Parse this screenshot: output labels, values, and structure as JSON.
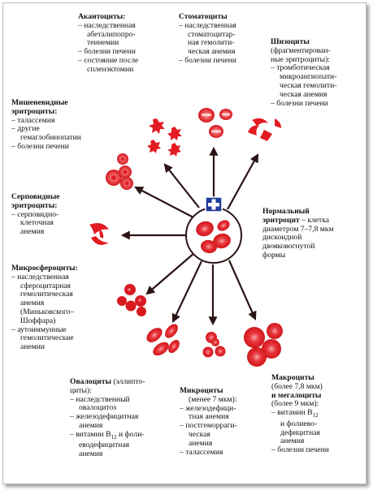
{
  "colors": {
    "cell": "#e21c22",
    "cell_light": "#f48a8c",
    "arrow": "#2b1414",
    "accent": "#1d3b9a"
  },
  "center_icon": "white-cross-on-blue-icon",
  "blocks": {
    "acanth": {
      "title": "Акантоциты:",
      "items": [
        "наследственная абеталипопро-",
        "теинемии",
        "болезни печени",
        "состояние после",
        "спленэктомии"
      ]
    },
    "stoma": {
      "title": "Стоматоциты",
      "items": [
        "наследственная",
        "стоматоцитар-",
        "ная гемолити-",
        "ческая анемия",
        "болезни печени"
      ]
    },
    "schizo": {
      "title1": "Шизоциты",
      "title2": "(фрагментирован-",
      "title3": "ные эритроциты):",
      "items": [
        "тромботическая",
        "микроангиопати-",
        "ческая гемолити-",
        "ческая анемия",
        "болезни печени"
      ]
    },
    "target": {
      "title1": "Мишеневидные",
      "title2": "эритроциты:",
      "items": [
        "талассемия",
        "другие",
        "гемаглобинопатии",
        "болезни печени"
      ]
    },
    "sickle": {
      "title1": "Серповидные",
      "title2": "эритроциты:",
      "items": [
        "серповидно-",
        "клеточная",
        "анемия"
      ]
    },
    "normal": {
      "title1": "Нормальный",
      "title2": "эритроцит",
      "rest": [
        "– клетка",
        "диаметром 7–7,8 мкм",
        "дискоидной",
        "двояковогнутой",
        "формы"
      ]
    },
    "micro_sph": {
      "title": "Микросфероциты:",
      "items": [
        "наследственная",
        "сфероцитарная",
        "гемолитическая",
        "анемия",
        "(Миньковского–",
        "Шоффара)",
        "аутоиммунные",
        "гемолитические",
        "анемии"
      ]
    },
    "oval": {
      "title": "Овалоциты",
      "title_rest": "(эллипто-",
      "title2": "циты):",
      "items": [
        "наследственный",
        "овалоцитоз",
        "железодефицитная",
        "анемия",
        "витамин B",
        "12",
        "и фоли-",
        "еводефицитная",
        "анемия"
      ]
    },
    "micro": {
      "title": "Микроциты",
      "title_rest": "(менее 7 мкм):",
      "items": [
        "железодефици-",
        "тная анемия",
        "постгеморраги-",
        "ческая",
        "анемия",
        "талассемия"
      ]
    },
    "macro": {
      "title1": "Макроциты",
      "title1_rest": "(более 7,8 мкм)",
      "title2": "и мегалоциты",
      "title3": "(более 9 мкм):",
      "items": [
        "витамин B",
        "12",
        "и фолиево-",
        "дефицитная",
        "анемия",
        "болезни печени"
      ]
    }
  }
}
